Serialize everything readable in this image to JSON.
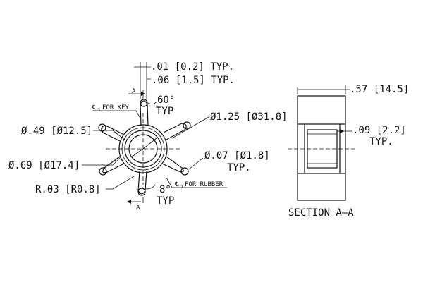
{
  "front_view": {
    "dims": {
      "thickness_01": ".01 [0.2] TYP.",
      "thickness_06": ".06 [1.5] TYP.",
      "angle_60": "60°",
      "angle_60_typ": "TYP",
      "key_center_label": "FOR KEY",
      "key_center_sub": "1",
      "dia_125": "Ø1.25 [Ø31.8]",
      "dia_049": "Ø.49 [Ø12.5]",
      "dia_069": "Ø.69 [Ø17.4]",
      "dia_007": "Ø.07 [Ø1.8]",
      "dia_007_typ": "TYP.",
      "radius_003": "R.03 [R0.8]",
      "angle_8": "8°",
      "angle_8_typ": "TYP",
      "rubber_center_label": "FOR RUBBER",
      "rubber_center_sub": "2",
      "cut_top": "A",
      "cut_bottom": "A"
    }
  },
  "section_view": {
    "width_dim": ".57 [14.5]",
    "wall_dim": ".09 [2.2]",
    "wall_typ": "TYP.",
    "title": "SECTION A–A"
  }
}
